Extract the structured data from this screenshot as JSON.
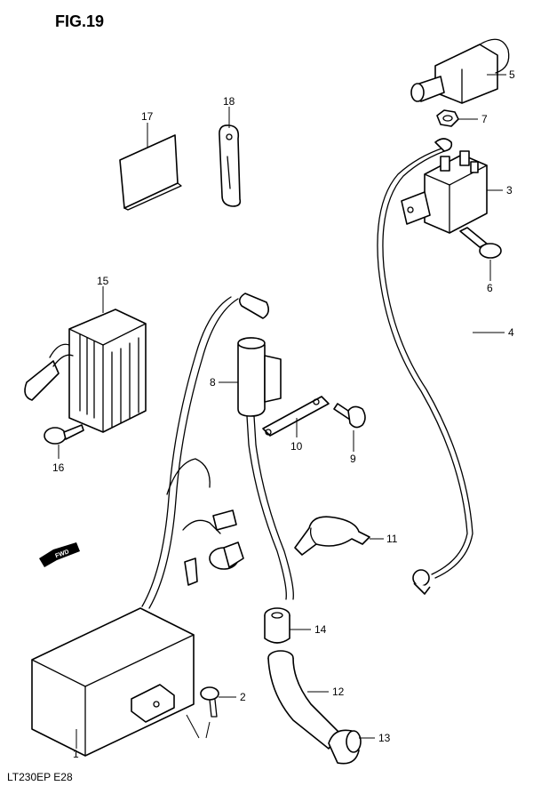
{
  "figure": {
    "title": "FIG.19"
  },
  "model_code": "LT230EP  E28",
  "fwd_label": "FWD",
  "callouts": [
    {
      "id": "1",
      "label": "1"
    },
    {
      "id": "2",
      "label": "2"
    },
    {
      "id": "3",
      "label": "3"
    },
    {
      "id": "4",
      "label": "4"
    },
    {
      "id": "5",
      "label": "5"
    },
    {
      "id": "6",
      "label": "6"
    },
    {
      "id": "7",
      "label": "7"
    },
    {
      "id": "8",
      "label": "8"
    },
    {
      "id": "9",
      "label": "9"
    },
    {
      "id": "10",
      "label": "10"
    },
    {
      "id": "11",
      "label": "11"
    },
    {
      "id": "12",
      "label": "12"
    },
    {
      "id": "13",
      "label": "13"
    },
    {
      "id": "14",
      "label": "14"
    },
    {
      "id": "15",
      "label": "15"
    },
    {
      "id": "16",
      "label": "16"
    },
    {
      "id": "17",
      "label": "17"
    },
    {
      "id": "18",
      "label": "18"
    }
  ]
}
